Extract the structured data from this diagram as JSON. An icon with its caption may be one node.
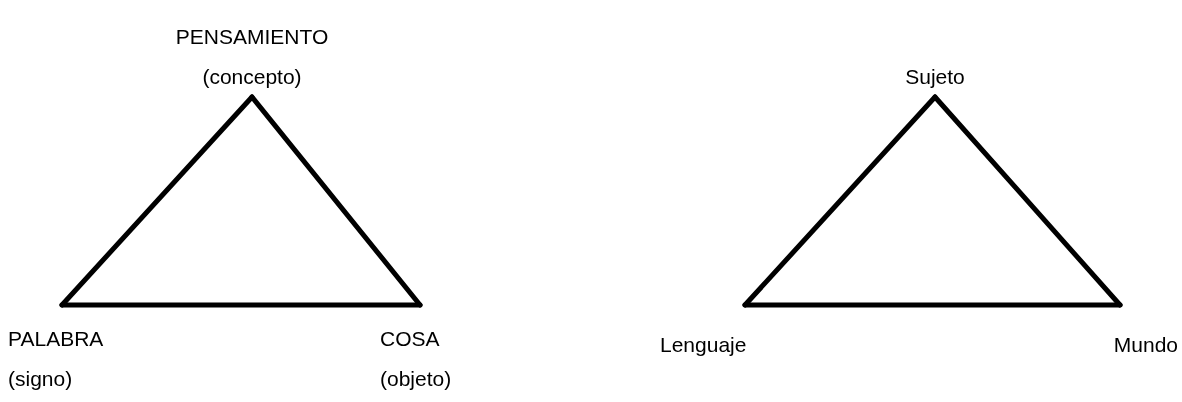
{
  "diagram": {
    "nodes": [
      {
        "text": [
          "PENSAMIENTO",
          "(concepto)"
        ]
      },
      {
        "text": [
          "PALABRA",
          "(signo)"
        ]
      },
      {
        "text": [
          "COSA",
          "(objeto)"
        ]
      },
      {
        "text": [
          "Sujeto"
        ]
      },
      {
        "text": [
          "Lenguaje"
        ]
      },
      {
        "text": [
          "Mundo"
        ]
      }
    ],
    "edges": [
      {
        "from": 0,
        "to": 1,
        "arrow": "none"
      },
      {
        "from": 1,
        "to": 2,
        "arrow": "none"
      },
      {
        "from": 2,
        "to": 0,
        "arrow": "none"
      },
      {
        "from": 3,
        "to": 4,
        "arrow": "none"
      },
      {
        "from": 4,
        "to": 5,
        "arrow": "none"
      },
      {
        "from": 5,
        "to": 3,
        "arrow": "none"
      }
    ]
  }
}
